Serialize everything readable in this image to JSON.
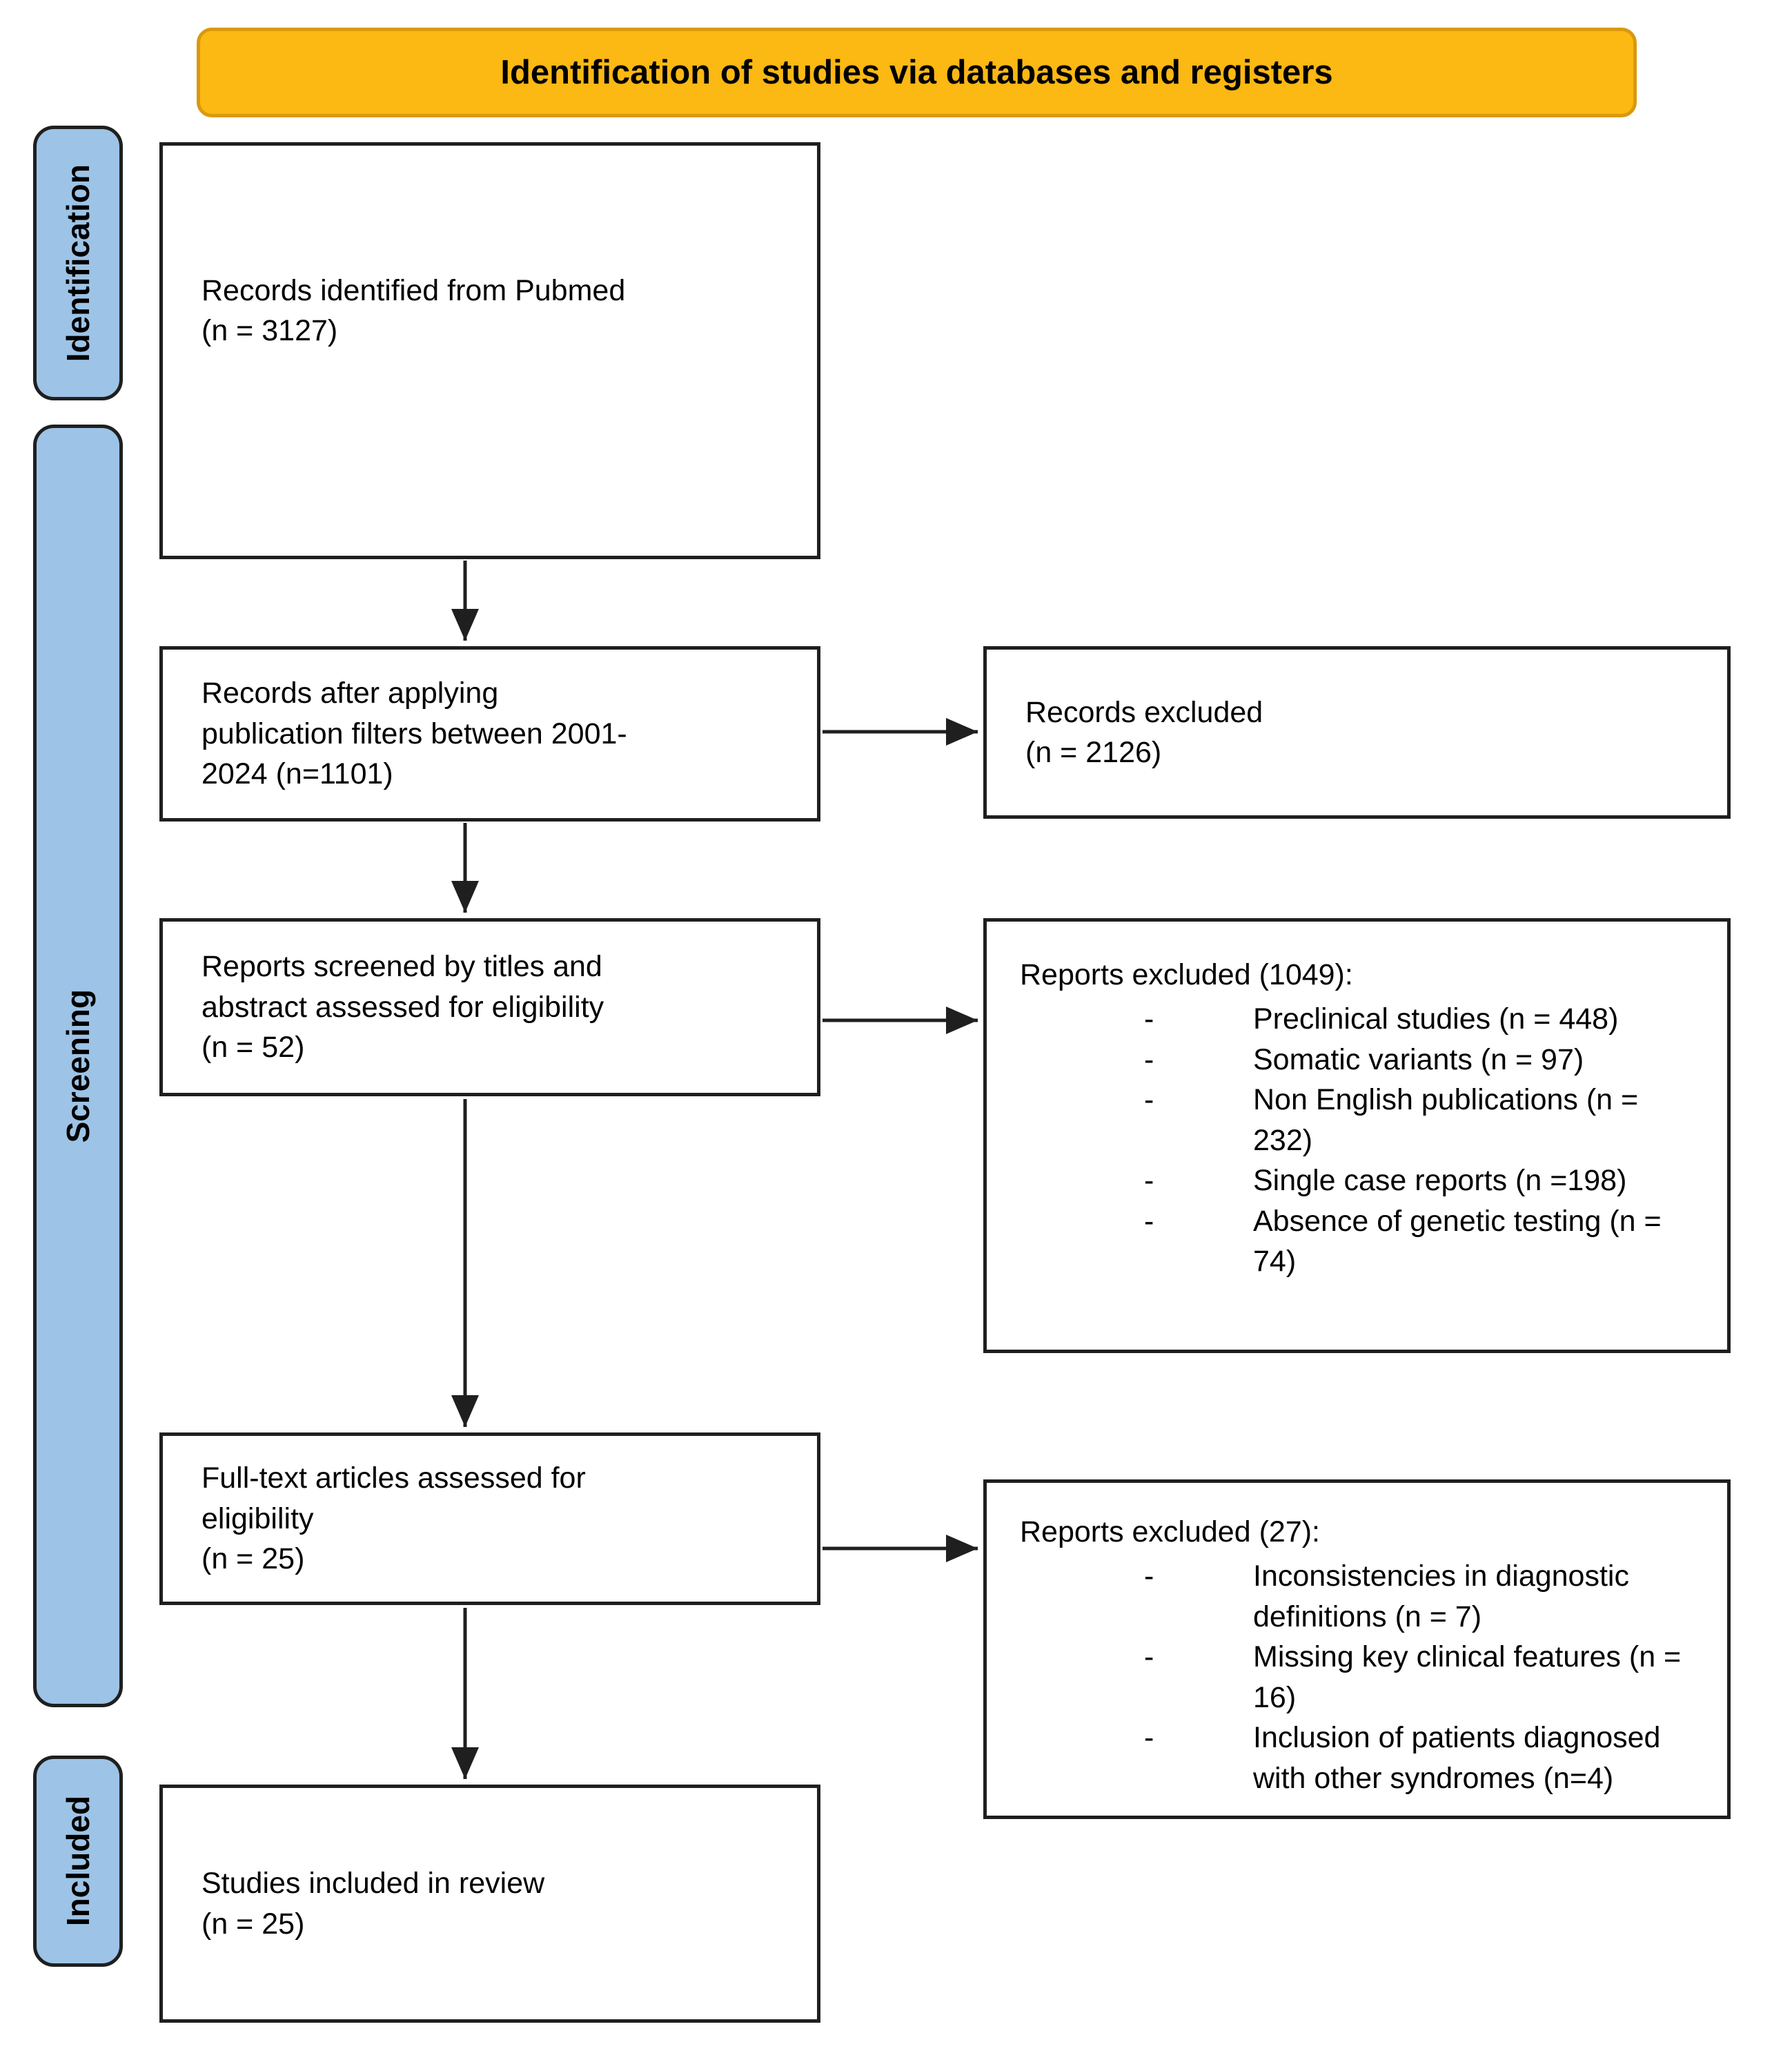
{
  "colors": {
    "banner_bg": "#FCB813",
    "banner_border": "#D9990D",
    "stage_bg": "#9DC3E6",
    "box_border": "#1F1F1F"
  },
  "header": {
    "title": "Identification of studies via databases and registers"
  },
  "stages": [
    {
      "label": "Identification"
    },
    {
      "label": "Screening"
    },
    {
      "label": "Included"
    }
  ],
  "flow": {
    "identified": {
      "lines": [
        "Records identified from Pubmed",
        "(n = 3127)"
      ]
    },
    "filtered": {
      "lines": [
        "Records after applying",
        "publication filters between 2001-",
        "2024 (n=1101)"
      ]
    },
    "screened": {
      "lines": [
        "Reports screened by titles and",
        "abstract assessed for eligibility",
        "(n = 52)"
      ]
    },
    "fulltext": {
      "lines": [
        "Full-text articles assessed for",
        "eligibility",
        "(n = 25)"
      ]
    },
    "included": {
      "lines": [
        "Studies included in review",
        "(n = 25)"
      ]
    }
  },
  "exclusions": {
    "records": {
      "lines": [
        "Records excluded",
        "(n = 2126)"
      ]
    },
    "screening": {
      "title": "Reports excluded (1049):",
      "items": [
        "Preclinical studies (n = 448)",
        "Somatic variants (n = 97)",
        "Non English publications (n = 232)",
        "Single case reports (n =198)",
        "Absence of genetic testing (n = 74)"
      ]
    },
    "fulltext": {
      "title": "Reports excluded (27):",
      "items": [
        "Inconsistencies in diagnostic definitions (n = 7)",
        "Missing key clinical features (n = 16)",
        "Inclusion of patients diagnosed with other syndromes (n=4)"
      ]
    }
  }
}
